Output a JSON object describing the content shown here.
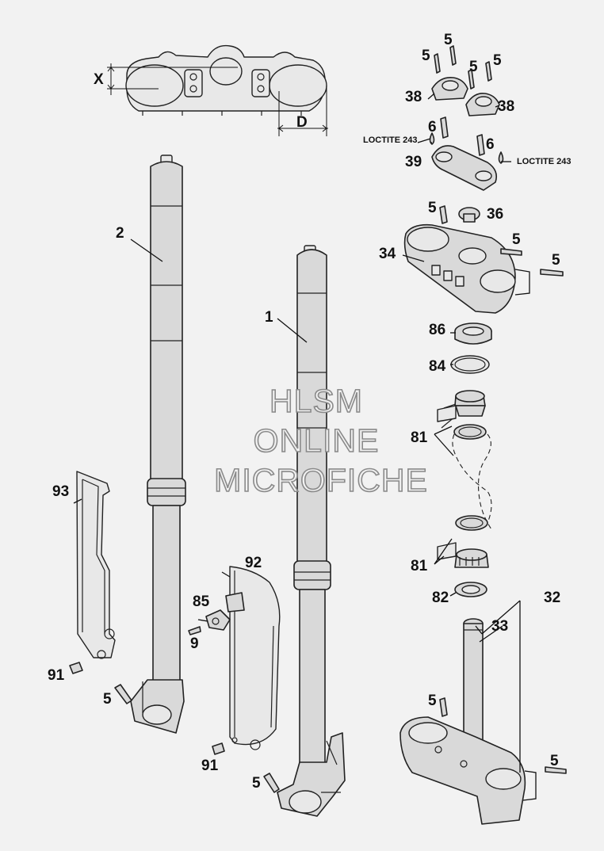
{
  "watermark": {
    "line1": "HLSM",
    "line2": "ONLINE",
    "line3": "MICROFICHE"
  },
  "dimensions": {
    "x": "X",
    "d": "D"
  },
  "notes": {
    "loctite_left": "LOCTITE 243",
    "loctite_right": "LOCTITE 243"
  },
  "callouts": {
    "c1": "1",
    "c2": "2",
    "c32": "32",
    "c33": "33",
    "c34": "34",
    "c36": "36",
    "c38a": "38",
    "c38b": "38",
    "c39": "39",
    "c5a": "5",
    "c5b": "5",
    "c5c": "5",
    "c5d": "5",
    "c5e": "5",
    "c5f": "5",
    "c5g": "5",
    "c5h": "5",
    "c5i": "5",
    "c5j": "5",
    "c6a": "6",
    "c6b": "6",
    "c81a": "81",
    "c81b": "81",
    "c82": "82",
    "c84": "84",
    "c85": "85",
    "c86": "86",
    "c9": "9",
    "c91a": "91",
    "c91b": "91",
    "c92": "92",
    "c93": "93"
  },
  "colors": {
    "line": "#222222",
    "part_fill": "#d9d9d9",
    "background": "#f2f2f2",
    "watermark_stroke": "#8a8a8a"
  }
}
